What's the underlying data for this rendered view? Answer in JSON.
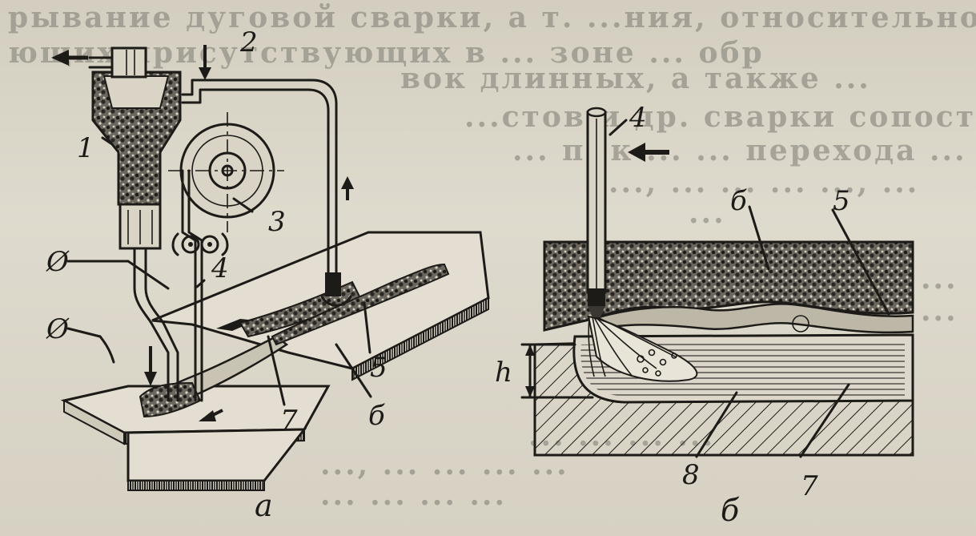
{
  "background_text": [
    "рывание дуговой сварки, а т. ...ния, относительно высокой сто",
    "ющих присутствующих в ... зоне ... обр",
    "вок длинных, а также ...",
    "...стов и др. сварки сопоставимой",
    "... п. к ... ... перехода ...",
    "..., ... ... ... ..., ...",
    "...",
    "..., ...",
    "...",
    "...",
    "... ... ... ...",
    "..., ... ... ... ...",
    "... ... ... ..."
  ],
  "figure_a": {
    "caption": "а",
    "labels": {
      "l1": "1",
      "l2": "2",
      "l3": "3",
      "l4": "4",
      "l5": "5",
      "l6": "б",
      "l7": "7"
    },
    "ground_symbols": [
      "Ø",
      "Ø"
    ]
  },
  "figure_b": {
    "caption": "б",
    "labels": {
      "l4": "4",
      "l5": "5",
      "l6": "б",
      "l7": "7",
      "l8": "8",
      "h": "h"
    }
  },
  "colors": {
    "ink": "#1d1b18",
    "paper": "#d9d4c6",
    "flux": "#3a3732"
  }
}
